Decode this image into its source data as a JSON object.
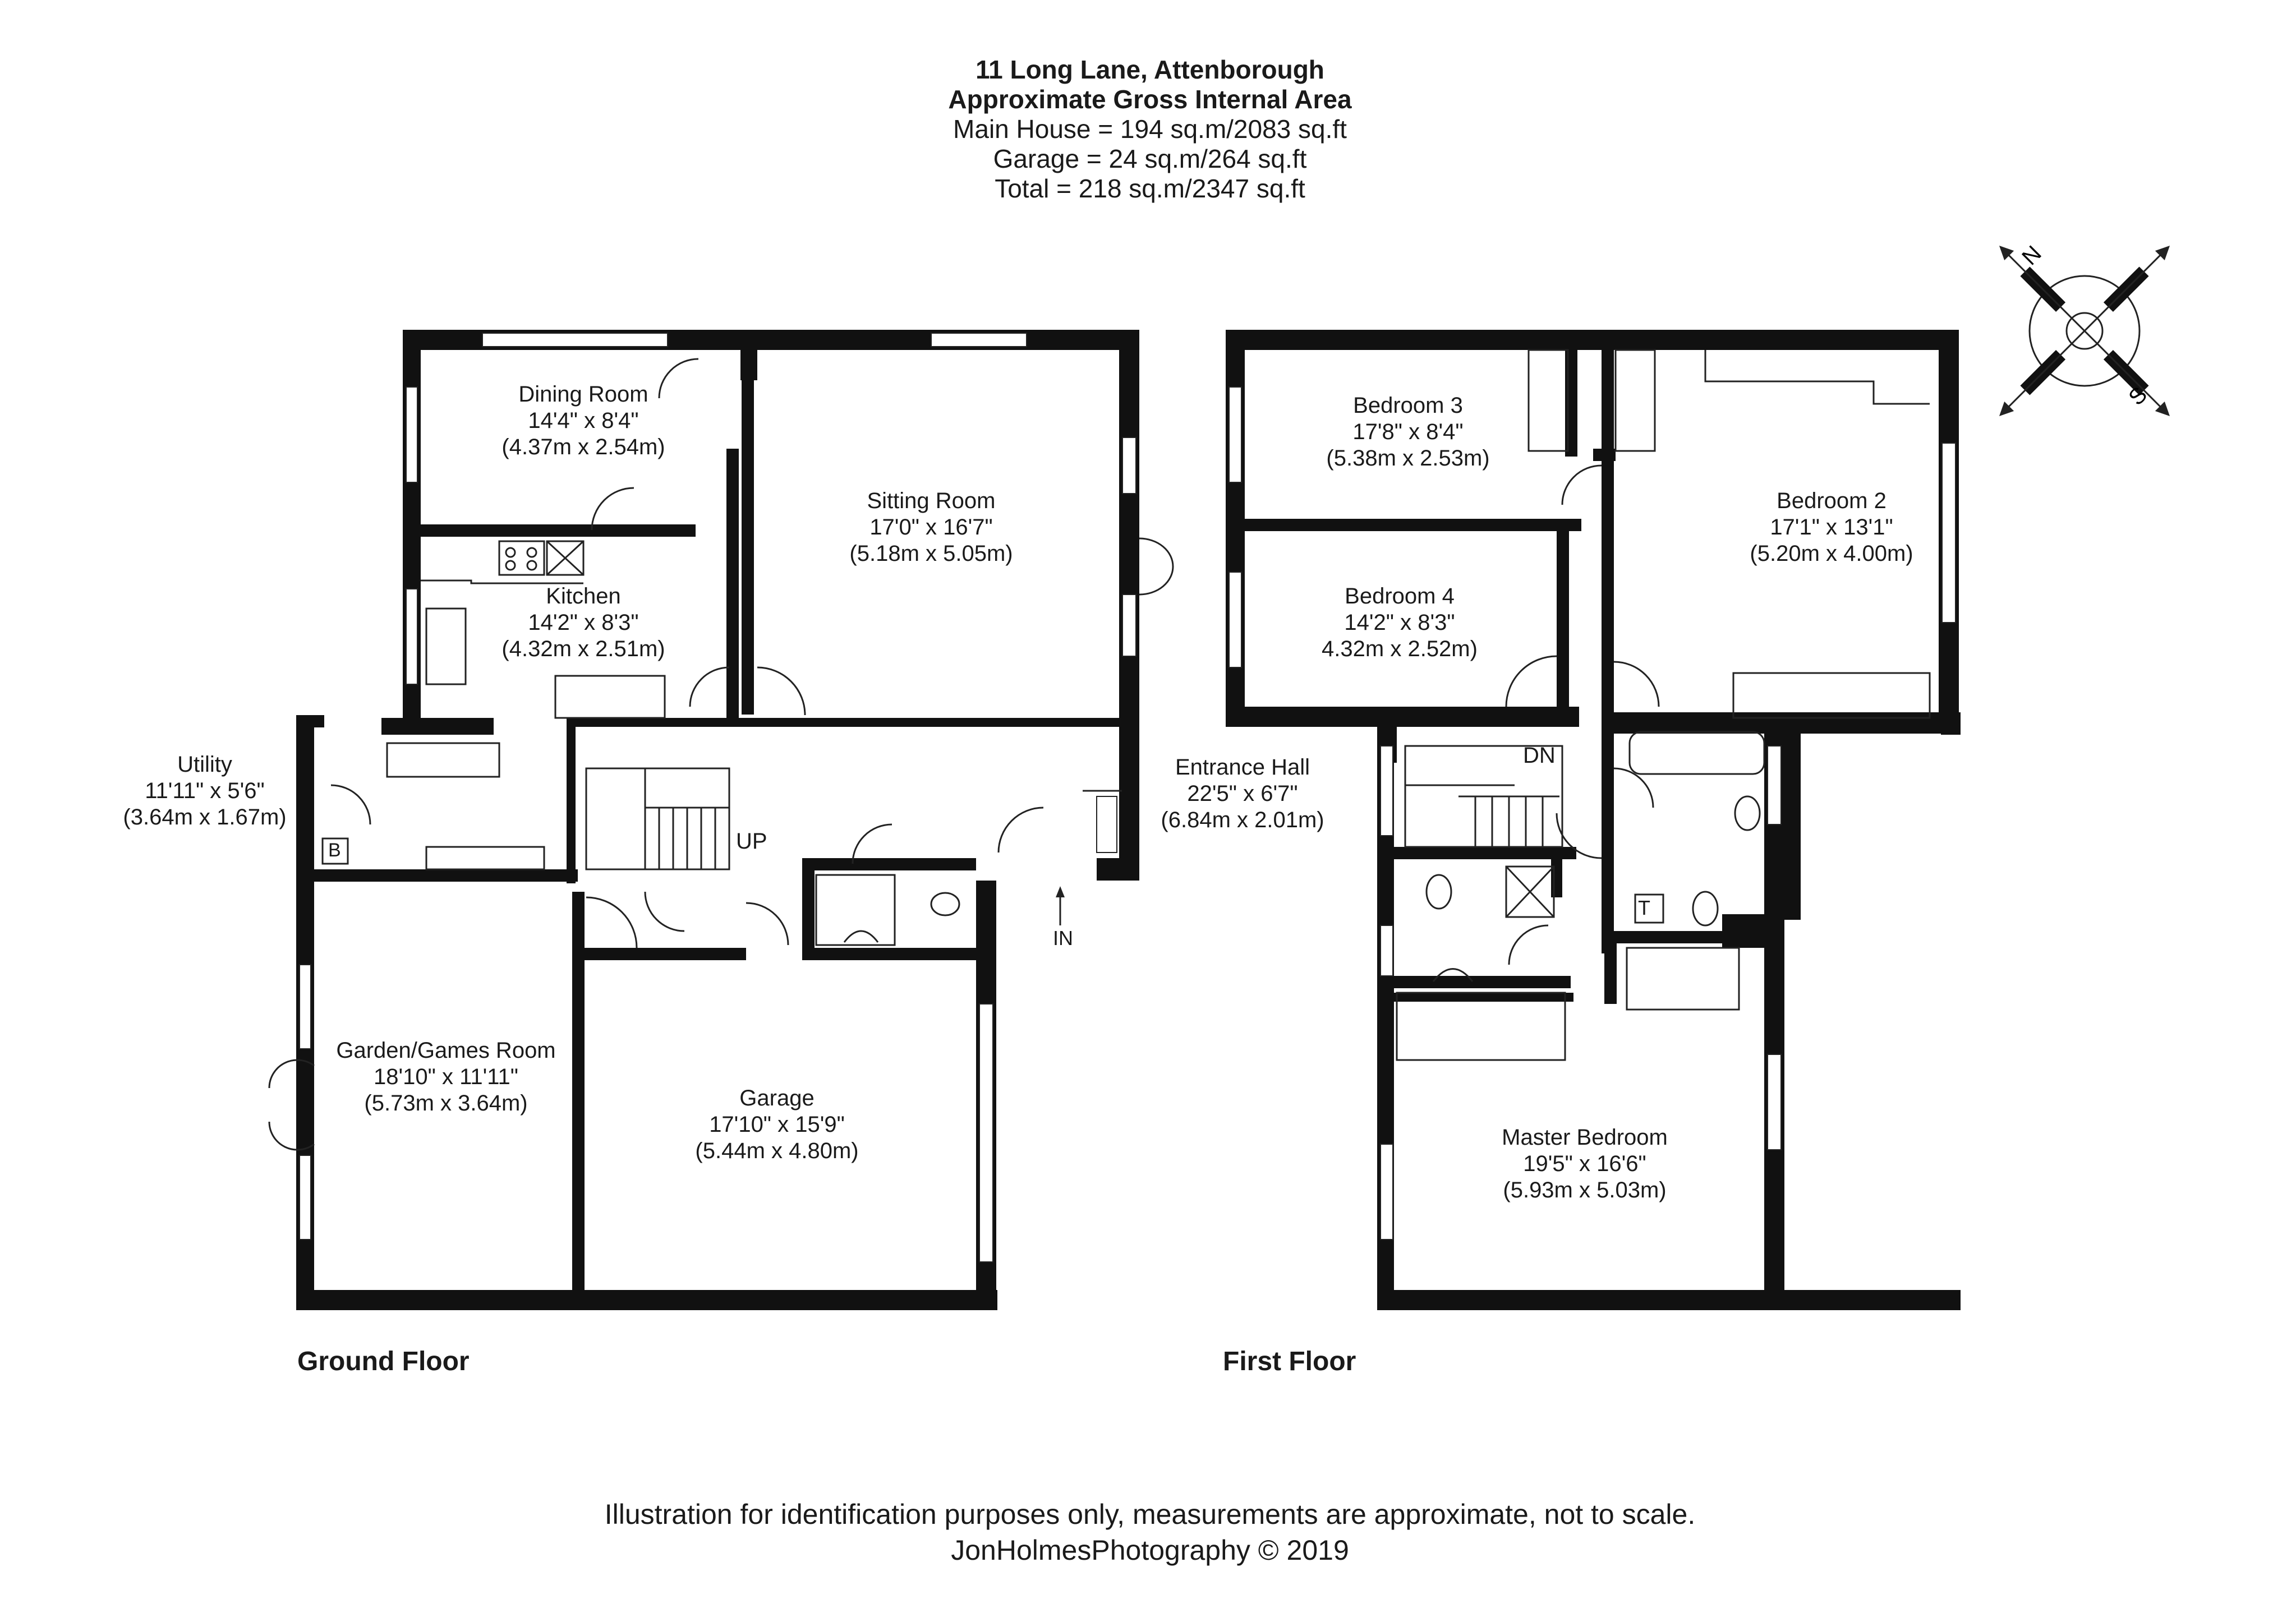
{
  "header": {
    "address": "11 Long Lane, Attenborough",
    "subtitle": "Approximate Gross Internal Area",
    "main_house": "Main House = 194 sq.m/2083 sq.ft",
    "garage": "Garage = 24 sq.m/264 sq.ft",
    "total": "Total = 218 sq.m/2347 sq.ft"
  },
  "ground_floor": {
    "label": "Ground Floor",
    "rooms": {
      "dining": {
        "name": "Dining Room",
        "imperial": "14'4\" x 8'4\"",
        "metric": "(4.37m x 2.54m)"
      },
      "sitting": {
        "name": "Sitting Room",
        "imperial": "17'0\" x 16'7\"",
        "metric": "(5.18m x 5.05m)"
      },
      "kitchen": {
        "name": "Kitchen",
        "imperial": "14'2\" x 8'3\"",
        "metric": "(4.32m x 2.51m)"
      },
      "utility": {
        "name": "Utility",
        "imperial": "11'11\" x 5'6\"",
        "metric": "(3.64m x 1.67m)"
      },
      "entrance": {
        "name": "Entrance Hall",
        "imperial": "22'5\" x 6'7\"",
        "metric": "(6.84m x 2.01m)"
      },
      "garden": {
        "name": "Garden/Games Room",
        "imperial": "18'10\" x 11'11\"",
        "metric": "(5.73m x 3.64m)"
      },
      "garage": {
        "name": "Garage",
        "imperial": "17'10\" x 15'9\"",
        "metric": "(5.44m x 4.80m)"
      }
    },
    "stairs_label": "UP",
    "in_label": "IN",
    "boiler_label": "B"
  },
  "first_floor": {
    "label": "First Floor",
    "rooms": {
      "bed3": {
        "name": "Bedroom 3",
        "imperial": "17'8\" x 8'4\"",
        "metric": "(5.38m x 2.53m)"
      },
      "bed2": {
        "name": "Bedroom 2",
        "imperial": "17'1\" x 13'1\"",
        "metric": "(5.20m x 4.00m)"
      },
      "bed4": {
        "name": "Bedroom 4",
        "imperial": "14'2\" x 8'3\"",
        "metric": "4.32m x 2.52m)"
      },
      "master": {
        "name": "Master Bedroom",
        "imperial": "19'5\" x 16'6\"",
        "metric": "(5.93m x 5.03m)"
      }
    },
    "stairs_label": "DN",
    "tank_label": "T"
  },
  "compass": {
    "north": "N",
    "south": "S",
    "icon": "compass-rose-icon"
  },
  "footer": {
    "disclaimer": "Illustration for identification purposes only, measurements are approximate, not to scale.",
    "credit": "JonHolmesPhotography © 2019"
  },
  "colors": {
    "wall": "#111111",
    "background": "#ffffff",
    "text": "#1a1a1a"
  }
}
